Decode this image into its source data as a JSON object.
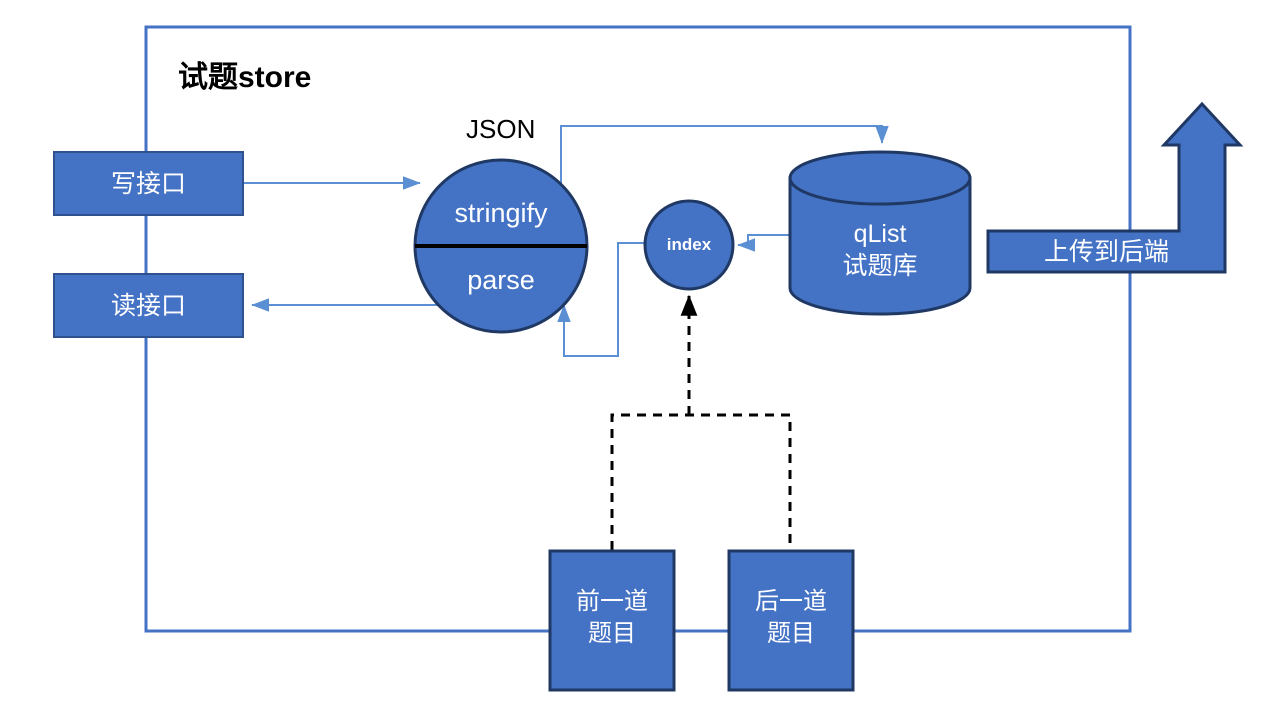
{
  "diagram": {
    "type": "flow-diagram",
    "title": "试题store",
    "colors": {
      "fill": "#4472C4",
      "stroke": "#2F528F",
      "connector": "#5B8FD4",
      "dashed_connector": "#000000",
      "text_light": "#FFFFFF",
      "text_dark": "#000000",
      "background": "#FFFFFF"
    },
    "container": {
      "name": "试题store",
      "label": "试题store"
    },
    "nodes": {
      "write_api": {
        "label": "写接口",
        "shape": "rectangle"
      },
      "read_api": {
        "label": "读接口",
        "shape": "rectangle"
      },
      "json_group_label": "JSON",
      "json_circle": {
        "top_label": "stringify",
        "bottom_label": "parse",
        "shape": "split-circle"
      },
      "index_circle": {
        "label": "index",
        "shape": "circle"
      },
      "qlist_cylinder": {
        "line1": "qList",
        "line2": "试题库",
        "shape": "cylinder"
      },
      "upload_arrow": {
        "label": "上传到后端",
        "shape": "bent-up-arrow"
      },
      "prev_question": {
        "line1": "前一道",
        "line2": "题目",
        "shape": "rectangle"
      },
      "next_question": {
        "line1": "后一道",
        "line2": "题目",
        "shape": "rectangle"
      }
    },
    "edges": [
      {
        "from": "write_api",
        "to": "json_circle.stringify",
        "style": "solid",
        "arrow": "end"
      },
      {
        "from": "json_circle.parse",
        "to": "read_api",
        "style": "solid",
        "arrow": "end"
      },
      {
        "from": "json_circle.stringify",
        "to": "qlist_cylinder",
        "style": "solid",
        "arrow": "end"
      },
      {
        "from": "index_circle",
        "to": "json_circle.parse",
        "style": "solid",
        "arrow": "end"
      },
      {
        "from": "qlist_cylinder",
        "to": "index_circle",
        "style": "solid",
        "arrow": "end"
      },
      {
        "from": "prev_question/next_question",
        "to": "index_circle",
        "style": "dashed",
        "arrow": "end"
      }
    ]
  }
}
